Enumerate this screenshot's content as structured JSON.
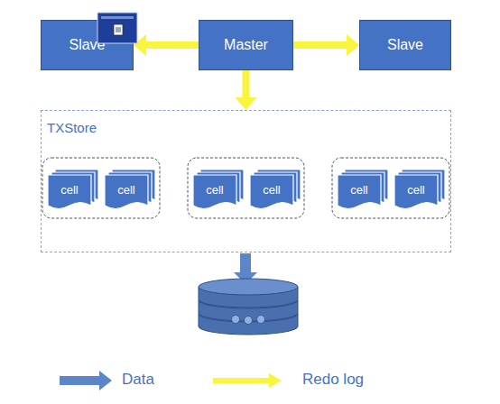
{
  "diagram": {
    "nodes": [
      {
        "text": [
          "Slave"
        ]
      },
      {
        "text": [
          "Master"
        ]
      },
      {
        "text": [
          "Slave"
        ]
      },
      {
        "text": [
          "TXStore"
        ]
      },
      {
        "text": [
          "cell"
        ],
        "in": 3
      },
      {
        "text": [
          "cell"
        ],
        "in": 3
      },
      {
        "text": [
          "cell"
        ],
        "in": 3
      },
      {
        "text": [
          "cell"
        ],
        "in": 3
      },
      {
        "text": [
          "cell"
        ],
        "in": 3
      },
      {
        "text": [
          "cell"
        ],
        "in": 3
      }
    ],
    "edges": [
      {
        "from": 1,
        "to": 0,
        "arrow": "to"
      },
      {
        "from": 1,
        "to": 2,
        "arrow": "to"
      },
      {
        "from": 1,
        "to": 3,
        "arrow": "to"
      }
    ],
    "legend": [
      {
        "text": "Data"
      },
      {
        "text": "Redo log"
      }
    ]
  }
}
